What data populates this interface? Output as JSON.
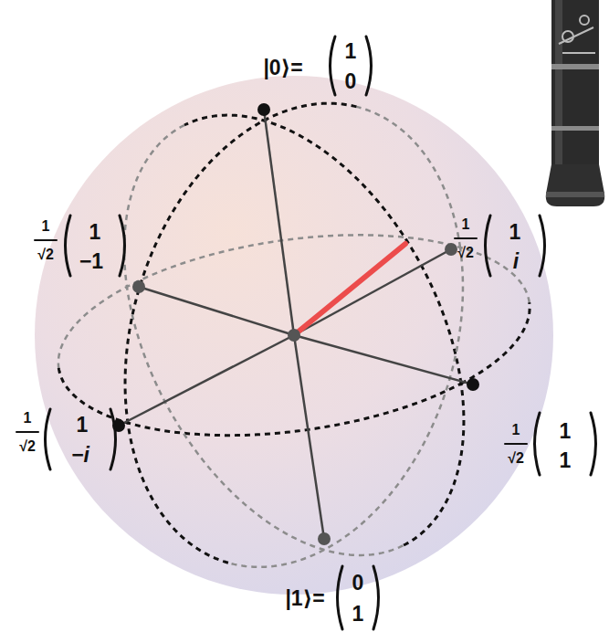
{
  "diagram": {
    "labels": [
      "|0⟩=",
      "1",
      "0",
      "1",
      "√2",
      "1",
      "−1",
      "1",
      "√2",
      "1",
      "i",
      "1",
      "√2",
      "1",
      "−i",
      "1",
      "√2",
      "1",
      "1",
      "|1⟩=",
      "0",
      "1"
    ]
  }
}
